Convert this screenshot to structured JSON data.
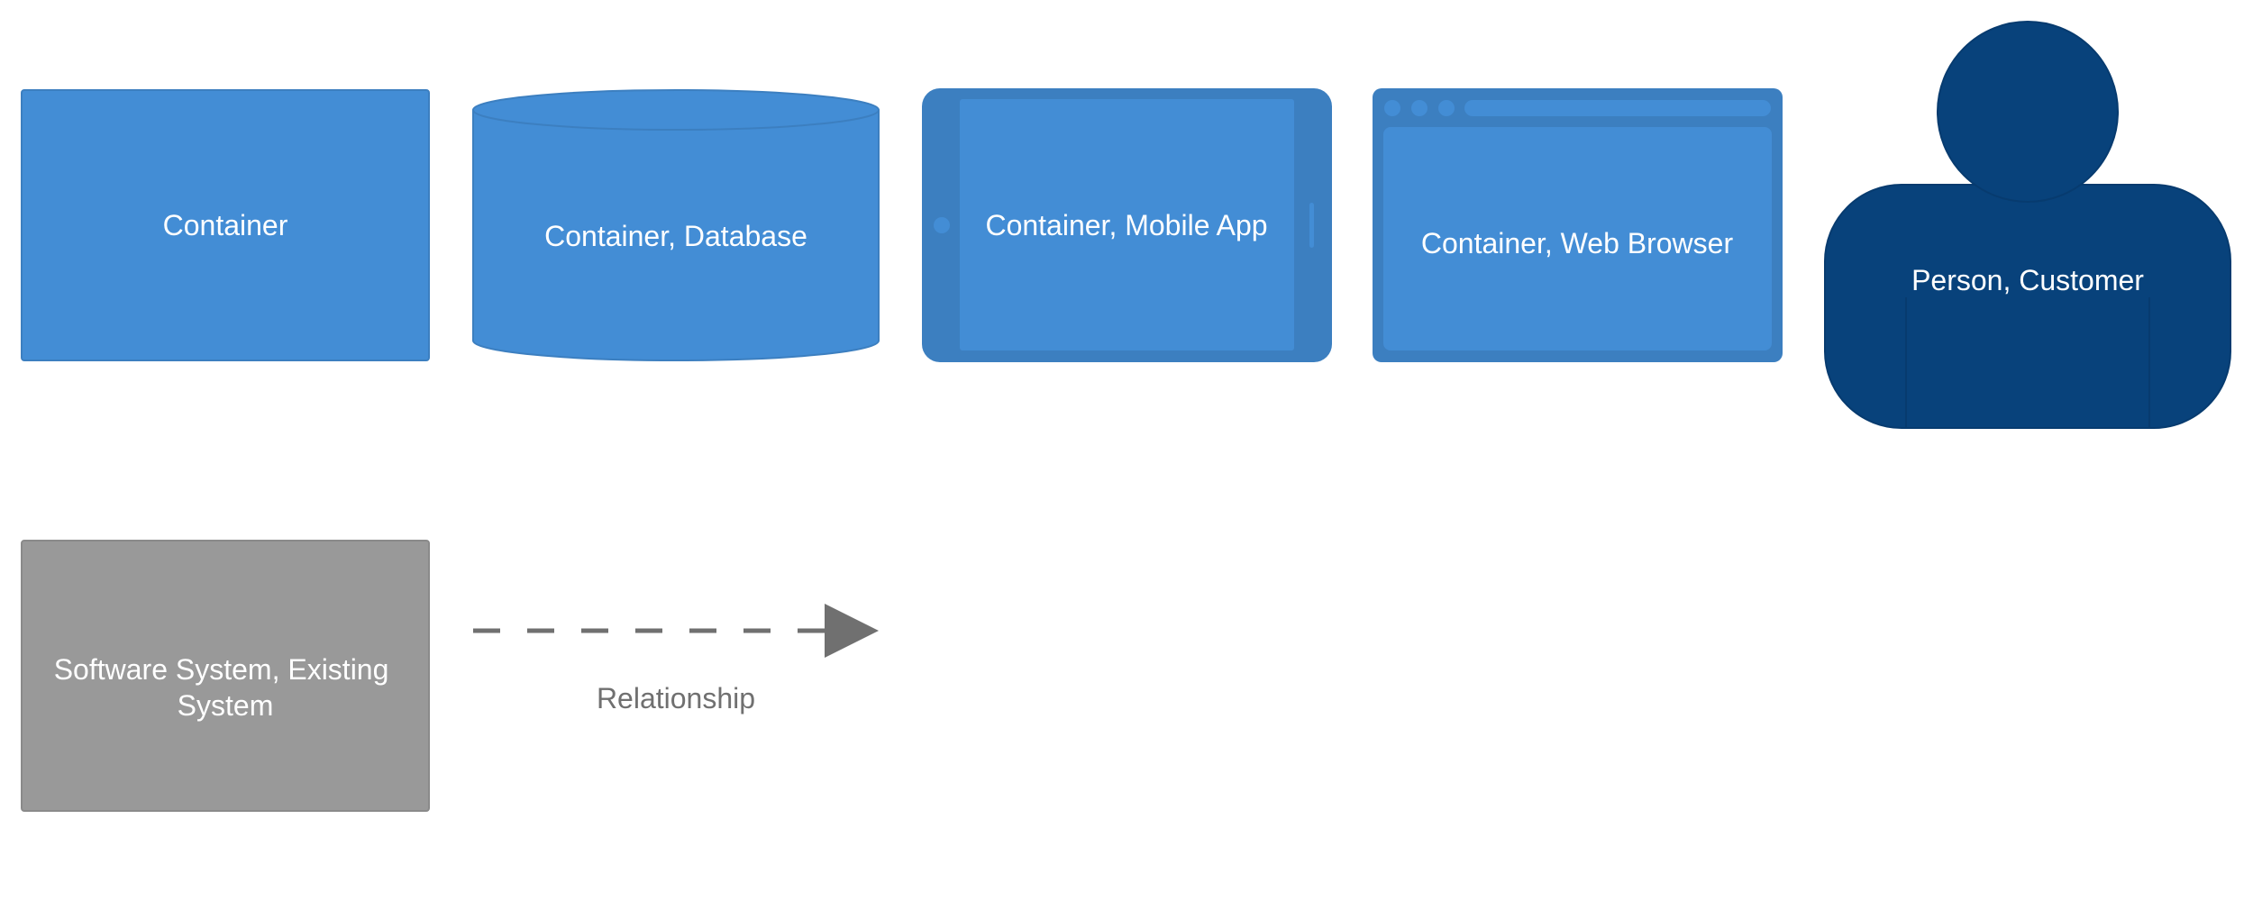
{
  "legend": {
    "container": {
      "label": "Container"
    },
    "database": {
      "label": "Container, Database"
    },
    "mobile_app": {
      "label": "Container, Mobile App"
    },
    "web_browser": {
      "label": "Container, Web Browser"
    },
    "person": {
      "label": "Person, Customer"
    },
    "existing_system": {
      "label_line1": "Software System, Existing",
      "label_line2": "System"
    },
    "relationship": {
      "label": "Relationship"
    }
  },
  "colors": {
    "container_fill": "#438dd5",
    "container_stroke": "#3c7fc0",
    "person_fill": "#08427b",
    "person_stroke": "#073b6f",
    "existing_fill": "#999999",
    "existing_stroke": "#8a8a8a",
    "relationship": "#707070",
    "text_light": "#ffffff",
    "text_dark": "#707070"
  }
}
